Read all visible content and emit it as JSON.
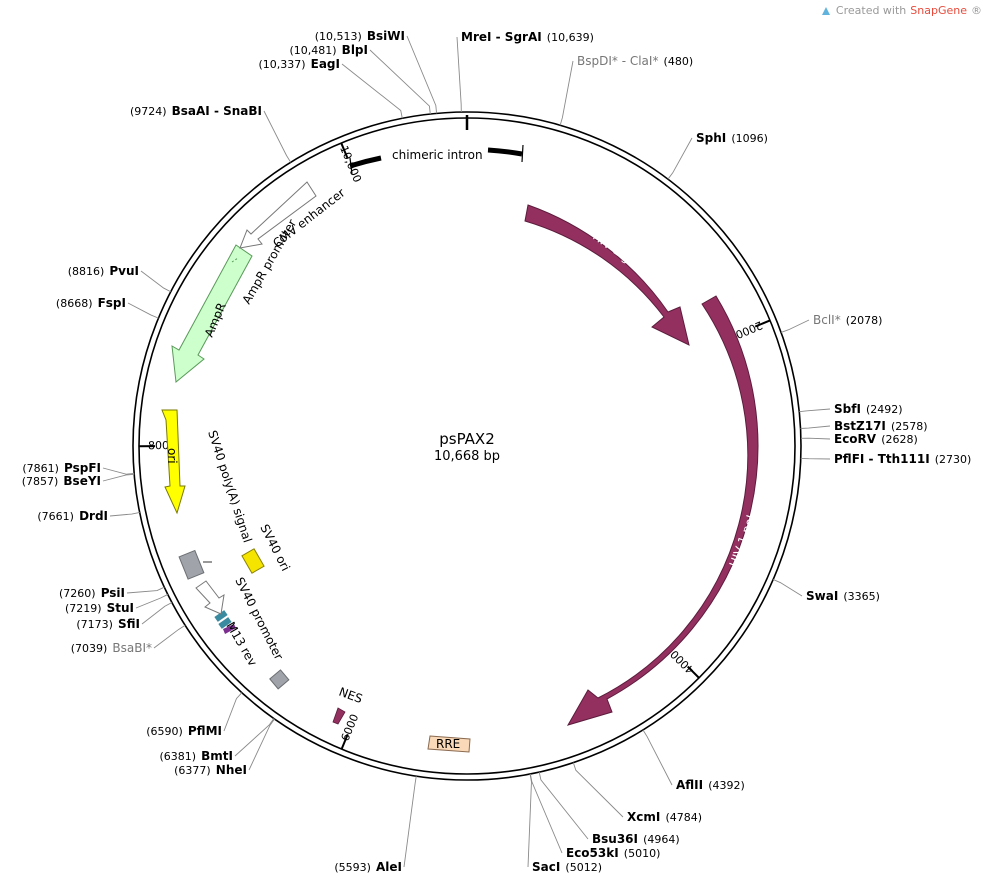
{
  "credit": {
    "prefix": "Created with",
    "brand": "SnapGene",
    "mark": "®"
  },
  "plasmid": {
    "name": "psPAX2",
    "size_label": "10,668 bp",
    "total_bp": 10668
  },
  "ticks": [
    {
      "bp": 2000,
      "label": "2000"
    },
    {
      "bp": 4000,
      "label": "4000"
    },
    {
      "bp": 6000,
      "label": "6000"
    },
    {
      "bp": 8000,
      "label": "8000"
    },
    {
      "bp": 10000,
      "label": "10,000"
    }
  ],
  "sites": [
    {
      "name": "MreI - SgrAI",
      "pos": 10639,
      "pos_label": "(10,639)",
      "side": "right",
      "gray": false
    },
    {
      "name": "BspDI* - ClaI*",
      "pos": 480,
      "pos_label": "(480)",
      "side": "right",
      "gray": true
    },
    {
      "name": "SphI",
      "pos": 1096,
      "pos_label": "(1096)",
      "side": "right",
      "gray": false
    },
    {
      "name": "BclI*",
      "pos": 2078,
      "pos_label": "(2078)",
      "side": "right",
      "gray": true
    },
    {
      "name": "SbfI",
      "pos": 2492,
      "pos_label": "(2492)",
      "side": "right",
      "gray": false
    },
    {
      "name": "BstZ17I",
      "pos": 2578,
      "pos_label": "(2578)",
      "side": "right",
      "gray": false
    },
    {
      "name": "EcoRV",
      "pos": 2628,
      "pos_label": "(2628)",
      "side": "right",
      "gray": false
    },
    {
      "name": "PflFI - Tth111I",
      "pos": 2730,
      "pos_label": "(2730)",
      "side": "right",
      "gray": false
    },
    {
      "name": "SwaI",
      "pos": 3365,
      "pos_label": "(3365)",
      "side": "right",
      "gray": false
    },
    {
      "name": "AflII",
      "pos": 4392,
      "pos_label": "(4392)",
      "side": "right",
      "gray": false
    },
    {
      "name": "XcmI",
      "pos": 4784,
      "pos_label": "(4784)",
      "side": "right",
      "gray": false
    },
    {
      "name": "Bsu36I",
      "pos": 4964,
      "pos_label": "(4964)",
      "side": "right",
      "gray": false
    },
    {
      "name": "Eco53kI",
      "pos": 5010,
      "pos_label": "(5010)",
      "side": "right",
      "gray": false
    },
    {
      "name": "SacI",
      "pos": 5012,
      "pos_label": "(5012)",
      "side": "right",
      "gray": false
    },
    {
      "name": "AleI",
      "pos": 5593,
      "pos_label": "(5593)",
      "side": "left",
      "gray": false
    },
    {
      "name": "NheI",
      "pos": 6377,
      "pos_label": "(6377)",
      "side": "left",
      "gray": false
    },
    {
      "name": "BmtI",
      "pos": 6381,
      "pos_label": "(6381)",
      "side": "left",
      "gray": false
    },
    {
      "name": "PflMI",
      "pos": 6590,
      "pos_label": "(6590)",
      "side": "left",
      "gray": false
    },
    {
      "name": "BsaBI*",
      "pos": 7039,
      "pos_label": "(7039)",
      "side": "left",
      "gray": true
    },
    {
      "name": "SfiI",
      "pos": 7173,
      "pos_label": "(7173)",
      "side": "left",
      "gray": false
    },
    {
      "name": "StuI",
      "pos": 7219,
      "pos_label": "(7219)",
      "side": "left",
      "gray": false
    },
    {
      "name": "PsiI",
      "pos": 7260,
      "pos_label": "(7260)",
      "side": "left",
      "gray": false
    },
    {
      "name": "DrdI",
      "pos": 7661,
      "pos_label": "(7661)",
      "side": "left",
      "gray": false
    },
    {
      "name": "BseYI",
      "pos": 7857,
      "pos_label": "(7857)",
      "side": "left",
      "gray": false
    },
    {
      "name": "PspFI",
      "pos": 7861,
      "pos_label": "(7861)",
      "side": "left",
      "gray": false
    },
    {
      "name": "FspI",
      "pos": 8668,
      "pos_label": "(8668)",
      "side": "left",
      "gray": false
    },
    {
      "name": "PvuI",
      "pos": 8816,
      "pos_label": "(8816)",
      "side": "left",
      "gray": false
    },
    {
      "name": "BsaAI - SnaBI",
      "pos": 9724,
      "pos_label": "(9724)",
      "side": "left",
      "gray": false
    },
    {
      "name": "EagI",
      "pos": 10337,
      "pos_label": "(10,337)",
      "side": "left",
      "gray": false
    },
    {
      "name": "BlpI",
      "pos": 10481,
      "pos_label": "(10,481)",
      "side": "left",
      "gray": false
    },
    {
      "name": "BsiWI",
      "pos": 10513,
      "pos_label": "(10,513)",
      "side": "left",
      "gray": false
    }
  ],
  "features": [
    {
      "name": "chimeric intron",
      "color": "#000000",
      "kind": "bar"
    },
    {
      "name": "HIV-1 gag",
      "color": "#943060",
      "kind": "arrow"
    },
    {
      "name": "HIV-1 pol",
      "color": "#943060",
      "kind": "arrow"
    },
    {
      "name": "RRE",
      "color": "#f9d9b8",
      "kind": "box"
    },
    {
      "name": "NES",
      "color": "#943060",
      "kind": "arrow"
    },
    {
      "name": "M13 rev",
      "color": "#7b2e8e",
      "kind": "arrow"
    },
    {
      "name": "SV40 promoter",
      "color": "#ffffff",
      "kind": "arrow"
    },
    {
      "name": "SV40 ori",
      "color": "#f5e400",
      "kind": "box"
    },
    {
      "name": "SV40 poly(A) signal",
      "color": "#a0a4aa",
      "kind": "box"
    },
    {
      "name": "ori",
      "color": "#ffff00",
      "kind": "arrow"
    },
    {
      "name": "AmpR",
      "color": "#ccffcc",
      "kind": "arrow"
    },
    {
      "name": "AmpR promoter",
      "color": "#ffffff",
      "kind": "arrow"
    },
    {
      "name": "CMV enhancer",
      "color": "#ffffff",
      "kind": "arrow"
    }
  ]
}
